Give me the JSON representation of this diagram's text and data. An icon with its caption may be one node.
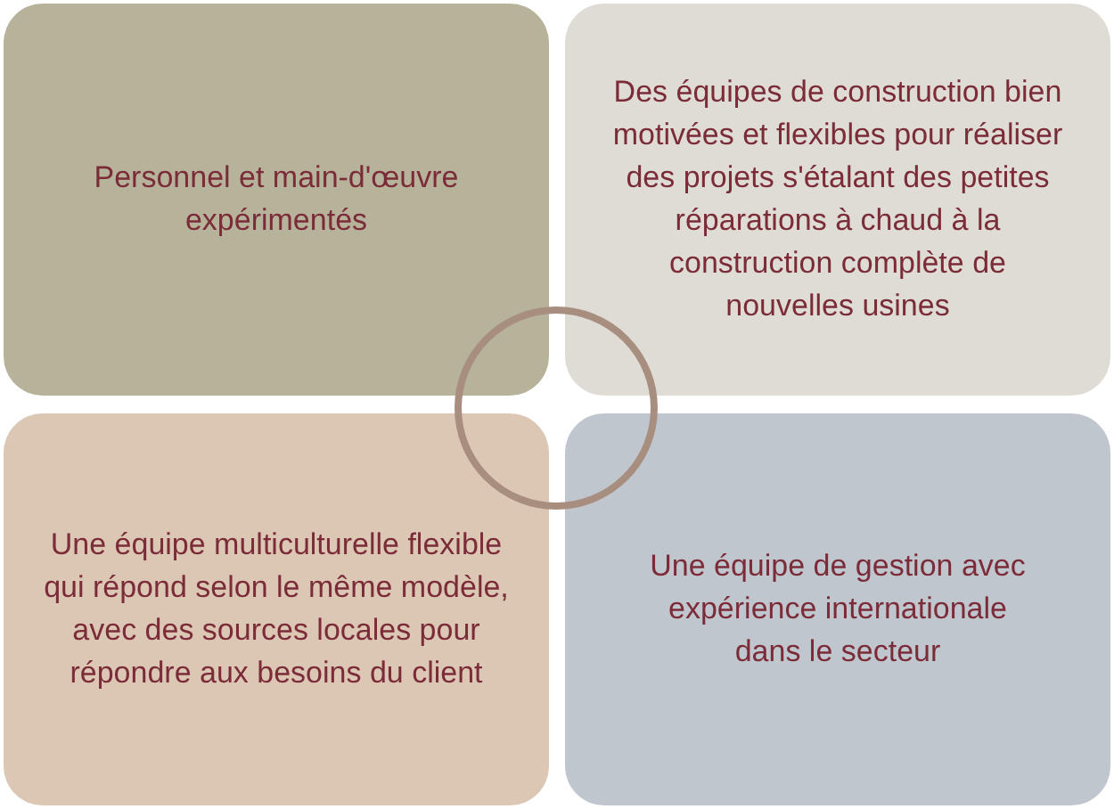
{
  "diagram": {
    "nodes": [
      {
        "text": [
          "Personnel et main-d'œuvre expérimentés"
        ]
      },
      {
        "text": [
          "Des équipes de construction bien motivées et flexibles pour réaliser des projets s'étalant des petites réparations à chaud à la construction complète de nouvelles usines"
        ]
      },
      {
        "text": [
          "Une équipe multiculturelle flexible qui répond selon le même modèle, avec des sources locales pour répondre aux besoins du client"
        ]
      },
      {
        "text": [
          "Une équipe de gestion avec expérience internationale dans le secteur"
        ]
      }
    ]
  }
}
